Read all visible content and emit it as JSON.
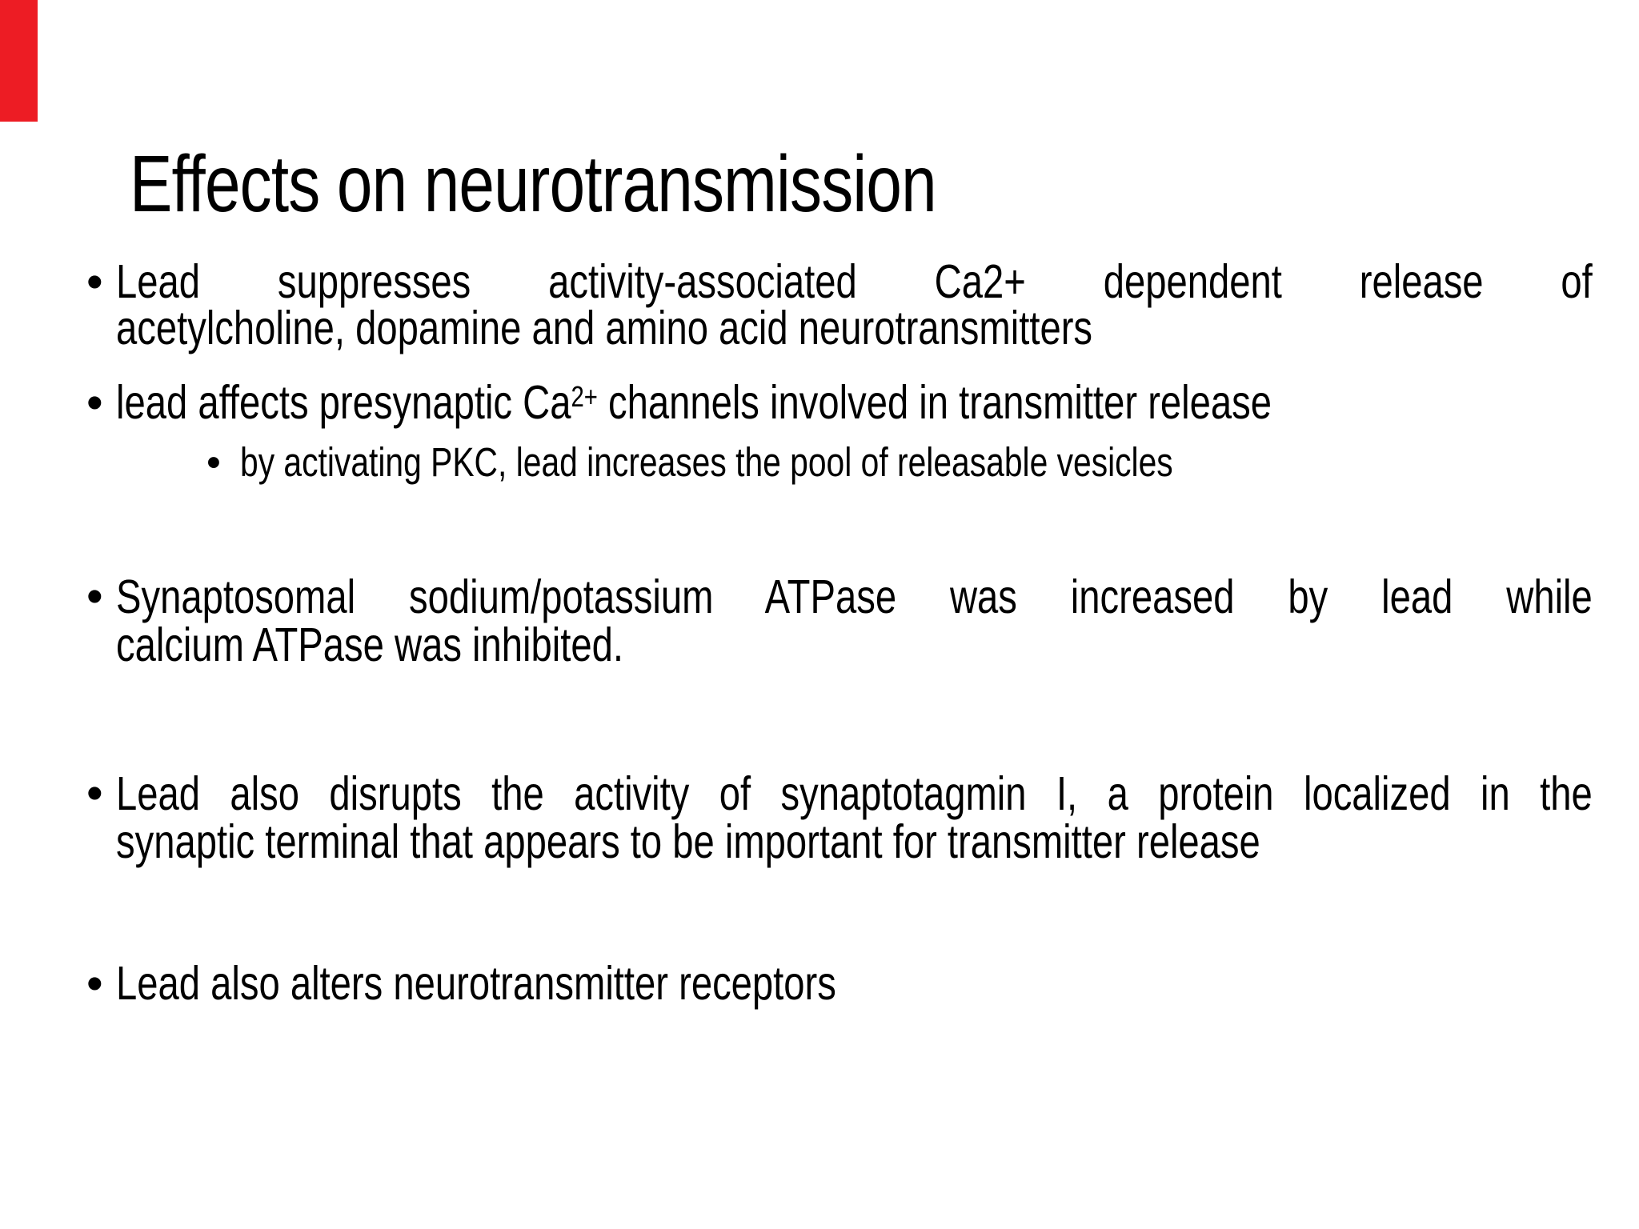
{
  "slide": {
    "title": "Effects on neurotransmission",
    "bullet_char": "•",
    "accent_bar_color": "#ed1c24",
    "background_color": "#ffffff",
    "text_color": "#000000",
    "bullets": [
      {
        "level": 1,
        "lines": [
          "Lead suppresses activity-associated Ca2+ dependent release of",
          "acetylcholine, dopamine and amino acid neurotransmitters"
        ]
      },
      {
        "level": 1,
        "rich": {
          "pre": "lead affects presynaptic Ca",
          "sup": "2+",
          "post": " channels involved in transmitter release"
        }
      },
      {
        "level": 2,
        "lines": [
          "by activating PKC, lead increases the pool of releasable vesicles"
        ]
      },
      {
        "level": 1,
        "lines": [
          "Synaptosomal  sodium/potassium ATPase was increased by lead while",
          "calcium ATPase was inhibited."
        ]
      },
      {
        "level": 1,
        "lines": [
          "Lead also disrupts the activity of synaptotagmin I, a protein localized in the",
          "synaptic terminal that appears to be important for transmitter release"
        ]
      },
      {
        "level": 1,
        "lines": [
          "Lead also alters neurotransmitter receptors"
        ]
      }
    ]
  }
}
